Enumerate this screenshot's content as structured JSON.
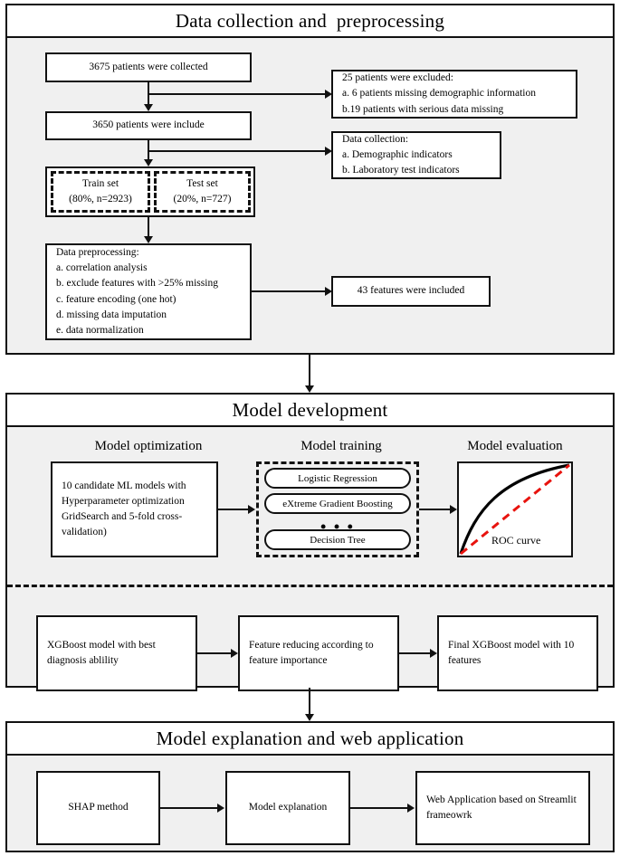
{
  "figure": {
    "kind": "study-workflow-flowchart"
  },
  "panels": [
    {
      "id": "data-collection",
      "title": "Data collection and  preprocessing",
      "boxes": {
        "collected": "3675 patients were collected",
        "excluded": "25 patients were excluded:\na. 6 patients missing demographic information\nb.19 patients with serious data missing",
        "included": "3650 patients were include",
        "data_collection": "Data collection:\na. Demographic indicators\nb. Laboratory test indicators",
        "train_set_line1": "Train set",
        "train_set_line2": "(80%, n=2923)",
        "test_set_line1": "Test set",
        "test_set_line2": "(20%, n=727)",
        "preprocessing": "Data preprocessing:\na. correlation analysis\nb. exclude features with >25% missing\nc. feature encoding (one hot)\nd. missing data imputation\ne. data normalization",
        "features": "43 features were included"
      }
    },
    {
      "id": "model-development",
      "title": "Model development",
      "subheads": {
        "optimization": "Model optimization",
        "training": "Model training",
        "evaluation": "Model evaluation"
      },
      "boxes": {
        "optimization": "10 candidate ML models with Hyperparameter optimization GridSearch and  5-fold cross-validation)",
        "roc_label": "ROC curve",
        "xgb_best": "XGBoost model with best diagnosis ablility",
        "feature_reducing": "Feature reducing according to feature importance",
        "final_model": "Final XGBoost model with 10 features"
      },
      "models": [
        "Logistic Regression",
        "eXtreme Gradient Boosting",
        "Decision Tree"
      ],
      "models_ellipsis": "• • •"
    },
    {
      "id": "model-explanation",
      "title": "Model explanation and web application",
      "boxes": {
        "shap": "SHAP method",
        "explanation": "Model explanation",
        "webapp": "Web Application based on Streamlit frameowrk"
      }
    }
  ],
  "colors": {
    "stroke": "#111111",
    "panel_fill": "#f0f0f0",
    "box_fill": "#ffffff",
    "roc_curve": "#000000",
    "roc_diagonal": "#e8130e"
  }
}
